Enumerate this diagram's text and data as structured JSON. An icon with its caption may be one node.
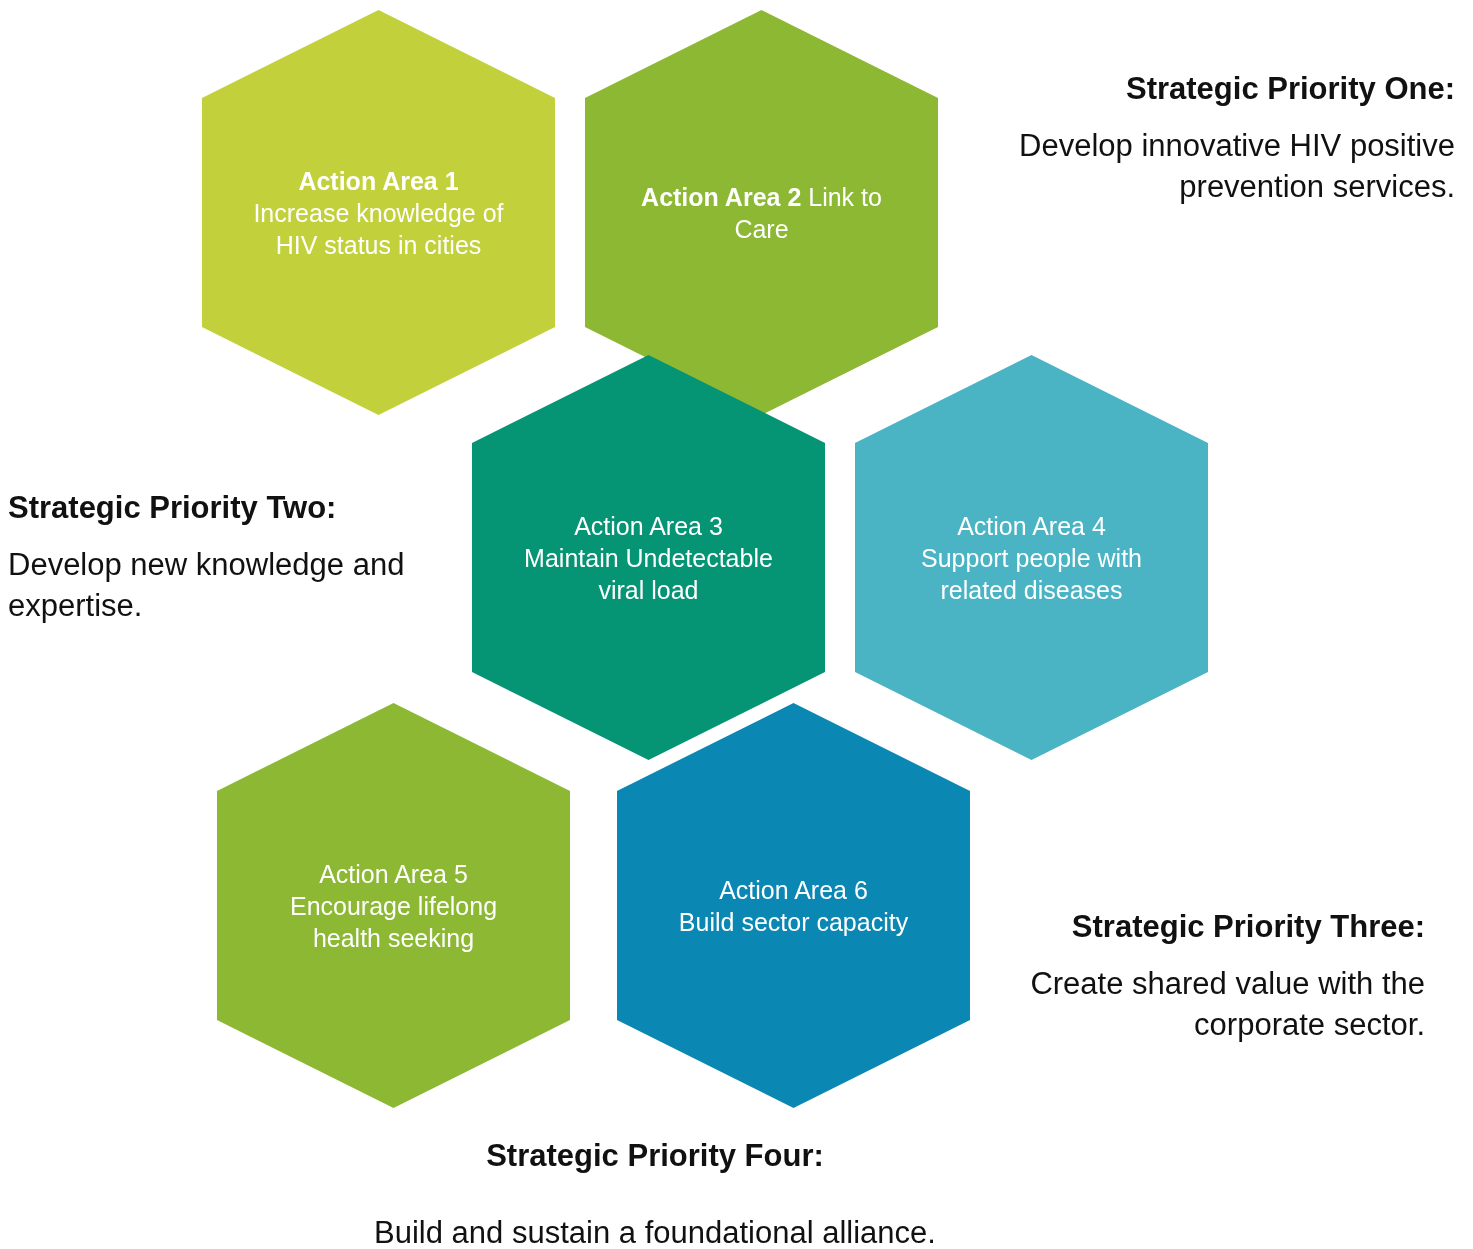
{
  "diagram": {
    "nodes": [
      {
        "text": [
          "Action Area 1",
          "Increase knowledge of HIV status in cities"
        ]
      },
      {
        "text": [
          "**Action Area 2** Link to Care"
        ]
      },
      {
        "text": [
          "Action Area 3",
          "Maintain Undetectable viral load"
        ]
      },
      {
        "text": [
          "Action Area 4",
          "Support people with related diseases"
        ]
      },
      {
        "text": [
          "Action Area 5",
          "Encourage lifelong health seeking"
        ]
      },
      {
        "text": [
          "Action Area 6",
          "Build sector capacity"
        ]
      }
    ],
    "edges": [],
    "labels": [
      "Strategic Priority One:",
      "Develop innovative HIV positive prevention services.",
      "Strategic Priority Two:",
      "Develop new knowledge and expertise.",
      "Strategic Priority Three:",
      "Create shared value with the corporate sector.",
      "Strategic Priority Four:",
      "Build and sustain a foundational alliance."
    ]
  }
}
